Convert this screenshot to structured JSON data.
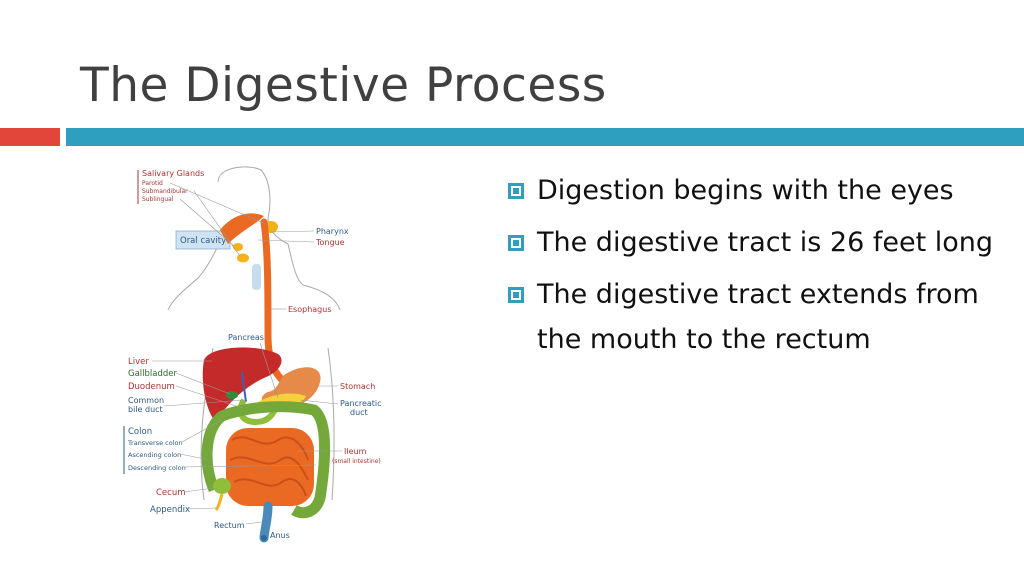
{
  "slide": {
    "title": "The Digestive Process",
    "accent_colors": {
      "red": "#e2453a",
      "blue": "#2e9fbf"
    }
  },
  "bullets": [
    "Digestion begins with the eyes",
    "The digestive tract is 26 feet long",
    "The digestive tract extends from the mouth to the rectum"
  ],
  "diagram": {
    "labels": {
      "salivary_glands": "Salivary Glands",
      "parotid": "Parotid",
      "submandibular": "Submandibular",
      "sublingual": "Sublingual",
      "oral_cavity": "Oral cavity",
      "pharynx": "Pharynx",
      "tongue": "Tongue",
      "esophagus": "Esophagus",
      "pancreas": "Pancreas",
      "liver": "Liver",
      "gallbladder": "Gallbladder",
      "duodenum": "Duodenum",
      "common_bile_duct_1": "Common",
      "common_bile_duct_2": "bile duct",
      "stomach": "Stomach",
      "pancreatic_duct_1": "Pancreatic",
      "pancreatic_duct_2": "duct",
      "colon": "Colon",
      "transverse_colon": "Transverse colon",
      "ascending_colon": "Ascending colon",
      "descending_colon": "Descending colon",
      "ileum": "Ileum",
      "small_intestine": "(small intestine)",
      "cecum": "Cecum",
      "appendix": "Appendix",
      "rectum": "Rectum",
      "anus": "Anus"
    }
  }
}
